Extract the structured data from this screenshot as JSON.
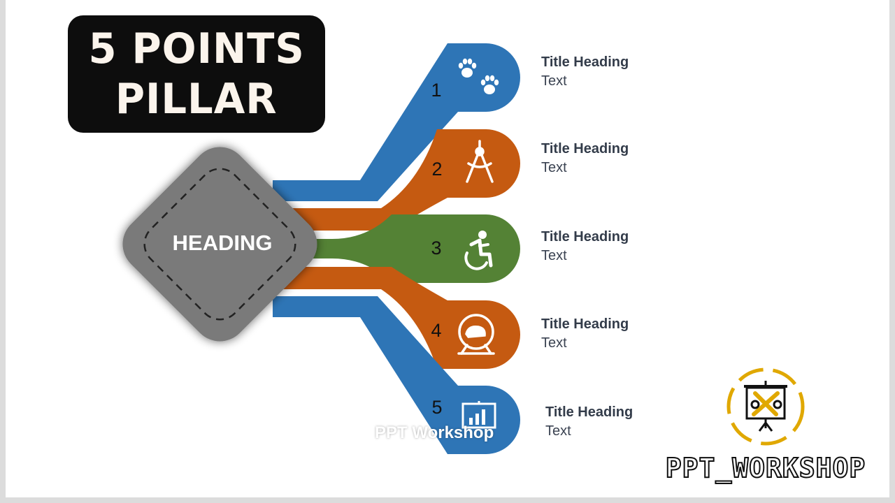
{
  "title": {
    "line1": "5 POINTS",
    "line2": "PILLAR"
  },
  "center": {
    "label": "HEADING",
    "color": "#7a7a7a"
  },
  "items": [
    {
      "number": "1",
      "title": "Title Heading",
      "text": "Text",
      "color": "#2e75b6",
      "icon": "paw-prints-icon"
    },
    {
      "number": "2",
      "title": "Title Heading",
      "text": "Text",
      "color": "#c55a11",
      "icon": "drawing-compass-icon"
    },
    {
      "number": "3",
      "title": "Title Heading",
      "text": "Text",
      "color": "#548235",
      "icon": "wheelchair-icon"
    },
    {
      "number": "4",
      "title": "Title Heading",
      "text": "Text",
      "color": "#c55a11",
      "icon": "hamster-wheel-icon"
    },
    {
      "number": "5",
      "title": "Title Heading",
      "text": "Text",
      "color": "#2e75b6",
      "icon": "presentation-chart-icon"
    }
  ],
  "watermark": "PPT Workshop",
  "brand": "PPT_WORKSHOP",
  "logo": {
    "icon": "presentation-tools-icon",
    "ring_color": "#e0a800"
  }
}
